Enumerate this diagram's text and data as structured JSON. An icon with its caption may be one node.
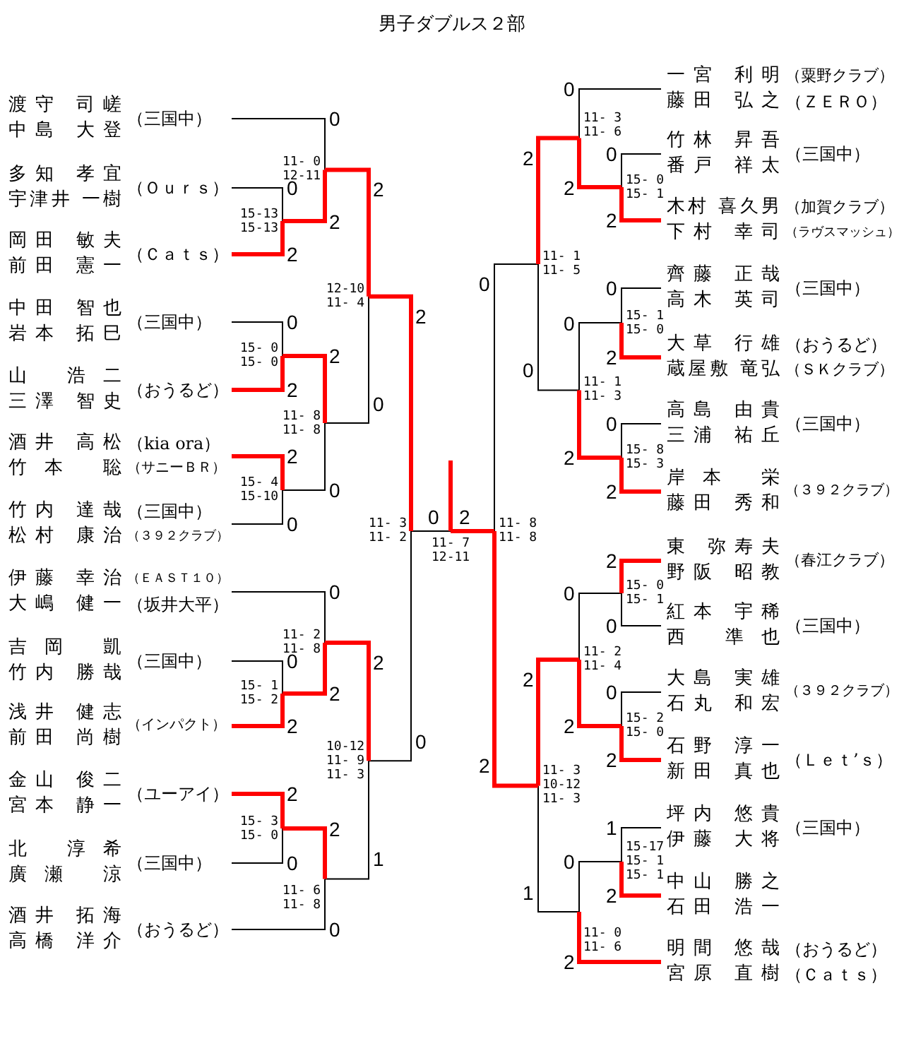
{
  "diagram": {
    "title": "男子ダブルス２部",
    "nodes": [
      {
        "text": [
          "渡守 司嵯",
          "中島 大登",
          "（三国中）"
        ]
      },
      {
        "text": [
          "多知 孝宜",
          "宇津井 一樹",
          "（Ｏｕｒｓ）"
        ]
      },
      {
        "text": [
          "岡田 敏夫",
          "前田 憲一",
          "（Ｃａｔｓ）"
        ]
      },
      {
        "text": [
          "中田 智也",
          "岩本 拓巳",
          "（三国中）"
        ]
      },
      {
        "text": [
          "山 浩二",
          "三澤 智史",
          "（おうるど）"
        ]
      },
      {
        "text": [
          "酒井 高松",
          "竹本 聡",
          "（kia ora）",
          "（サニーＢＲ）"
        ]
      },
      {
        "text": [
          "竹内 達哉",
          "松村 康治",
          "（三国中）",
          "（３９２クラブ）"
        ]
      },
      {
        "text": [
          "伊藤 幸治",
          "大嶋 健一",
          "（ＥＡＳＴ１０）",
          "（坂井大平）"
        ]
      },
      {
        "text": [
          "吉岡 凱",
          "竹内 勝哉",
          "（三国中）"
        ]
      },
      {
        "text": [
          "浅井 健志",
          "前田 尚樹",
          "（インパクト）"
        ]
      },
      {
        "text": [
          "金山 俊二",
          "宮本 静一",
          "（ユーアイ）"
        ]
      },
      {
        "text": [
          "北 淳希",
          "廣瀬 涼",
          "（三国中）"
        ]
      },
      {
        "text": [
          "酒井 拓海",
          "高橋 洋介",
          "（おうるど）"
        ]
      },
      {
        "text": [
          "一宮 利明",
          "藤田 弘之",
          "（粟野クラブ）",
          "（ＺＥＲＯ）"
        ]
      },
      {
        "text": [
          "竹林 昇吾",
          "番戸 祥太",
          "（三国中）"
        ]
      },
      {
        "text": [
          "木村 喜久男",
          "下村 幸司",
          "（加賀クラブ）",
          "（ラヴスマッシュ）"
        ]
      },
      {
        "text": [
          "齊藤 正哉",
          "高木 英司",
          "（三国中）"
        ]
      },
      {
        "text": [
          "大草 行雄",
          "蔵屋敷 竜弘",
          "（おうるど）",
          "（ＳＫクラブ）"
        ]
      },
      {
        "text": [
          "高島 由貴",
          "三浦 祐丘",
          "（三国中）"
        ]
      },
      {
        "text": [
          "岸本 栄",
          "藤田 秀和",
          "（３９２クラブ）"
        ]
      },
      {
        "text": [
          "東 弥寿夫",
          "野阪 昭教",
          "（春江クラブ）"
        ]
      },
      {
        "text": [
          "紅本 宇稀",
          "西 準也",
          "（三国中）"
        ]
      },
      {
        "text": [
          "大島 実雄",
          "石丸 和宏",
          "（３９２クラブ）"
        ]
      },
      {
        "text": [
          "石野 淳一",
          "新田 真也",
          "（Ｌｅｔ’ｓ）"
        ]
      },
      {
        "text": [
          "坪内 悠貴",
          "伊藤 大将",
          "（三国中）"
        ]
      },
      {
        "text": [
          "中山 勝之",
          "石田 浩一"
        ]
      },
      {
        "text": [
          "明間 悠哉",
          "宮原 直樹",
          "（おうるど）",
          "（Ｃａｔｓ）"
        ]
      }
    ],
    "labels": [
      "0",
      "2",
      "15-13",
      "15-13",
      "0",
      "2",
      "11- 0",
      "12-11",
      "0",
      "2",
      "15- 0",
      "15- 0",
      "2",
      "0",
      "15- 4",
      "15-10",
      "2",
      "0",
      "11- 8",
      "11- 8",
      "2",
      "0",
      "12-10",
      "11- 4",
      "0",
      "2",
      "15- 1",
      "15- 2",
      "0",
      "2",
      "11- 2",
      "11- 8",
      "2",
      "0",
      "15- 3",
      "15- 0",
      "2",
      "0",
      "11- 6",
      "11- 8",
      "2",
      "1",
      "10-12",
      "11- 9",
      "11- 3",
      "2",
      "0",
      "11- 3",
      "11- 2",
      "0",
      "2",
      "11- 7",
      "12-11",
      "0",
      "2",
      "15- 0",
      "15- 1",
      "0",
      "2",
      "11- 3",
      "11- 6",
      "0",
      "2",
      "15- 1",
      "15- 0",
      "0",
      "2",
      "15- 8",
      "15- 3",
      "0",
      "2",
      "11- 1",
      "11- 3",
      "2",
      "0",
      "11- 1",
      "11- 5",
      "2",
      "0",
      "15- 0",
      "15- 1",
      "0",
      "2",
      "15- 2",
      "15- 0",
      "0",
      "2",
      "11- 2",
      "11- 4",
      "1",
      "2",
      "15-17",
      "15- 1",
      "15- 1",
      "0",
      "2",
      "11- 0",
      "11- 6",
      "2",
      "1",
      "11- 3",
      "10-12",
      "11- 3",
      "0",
      "2",
      "11- 8",
      "11- 8"
    ]
  }
}
